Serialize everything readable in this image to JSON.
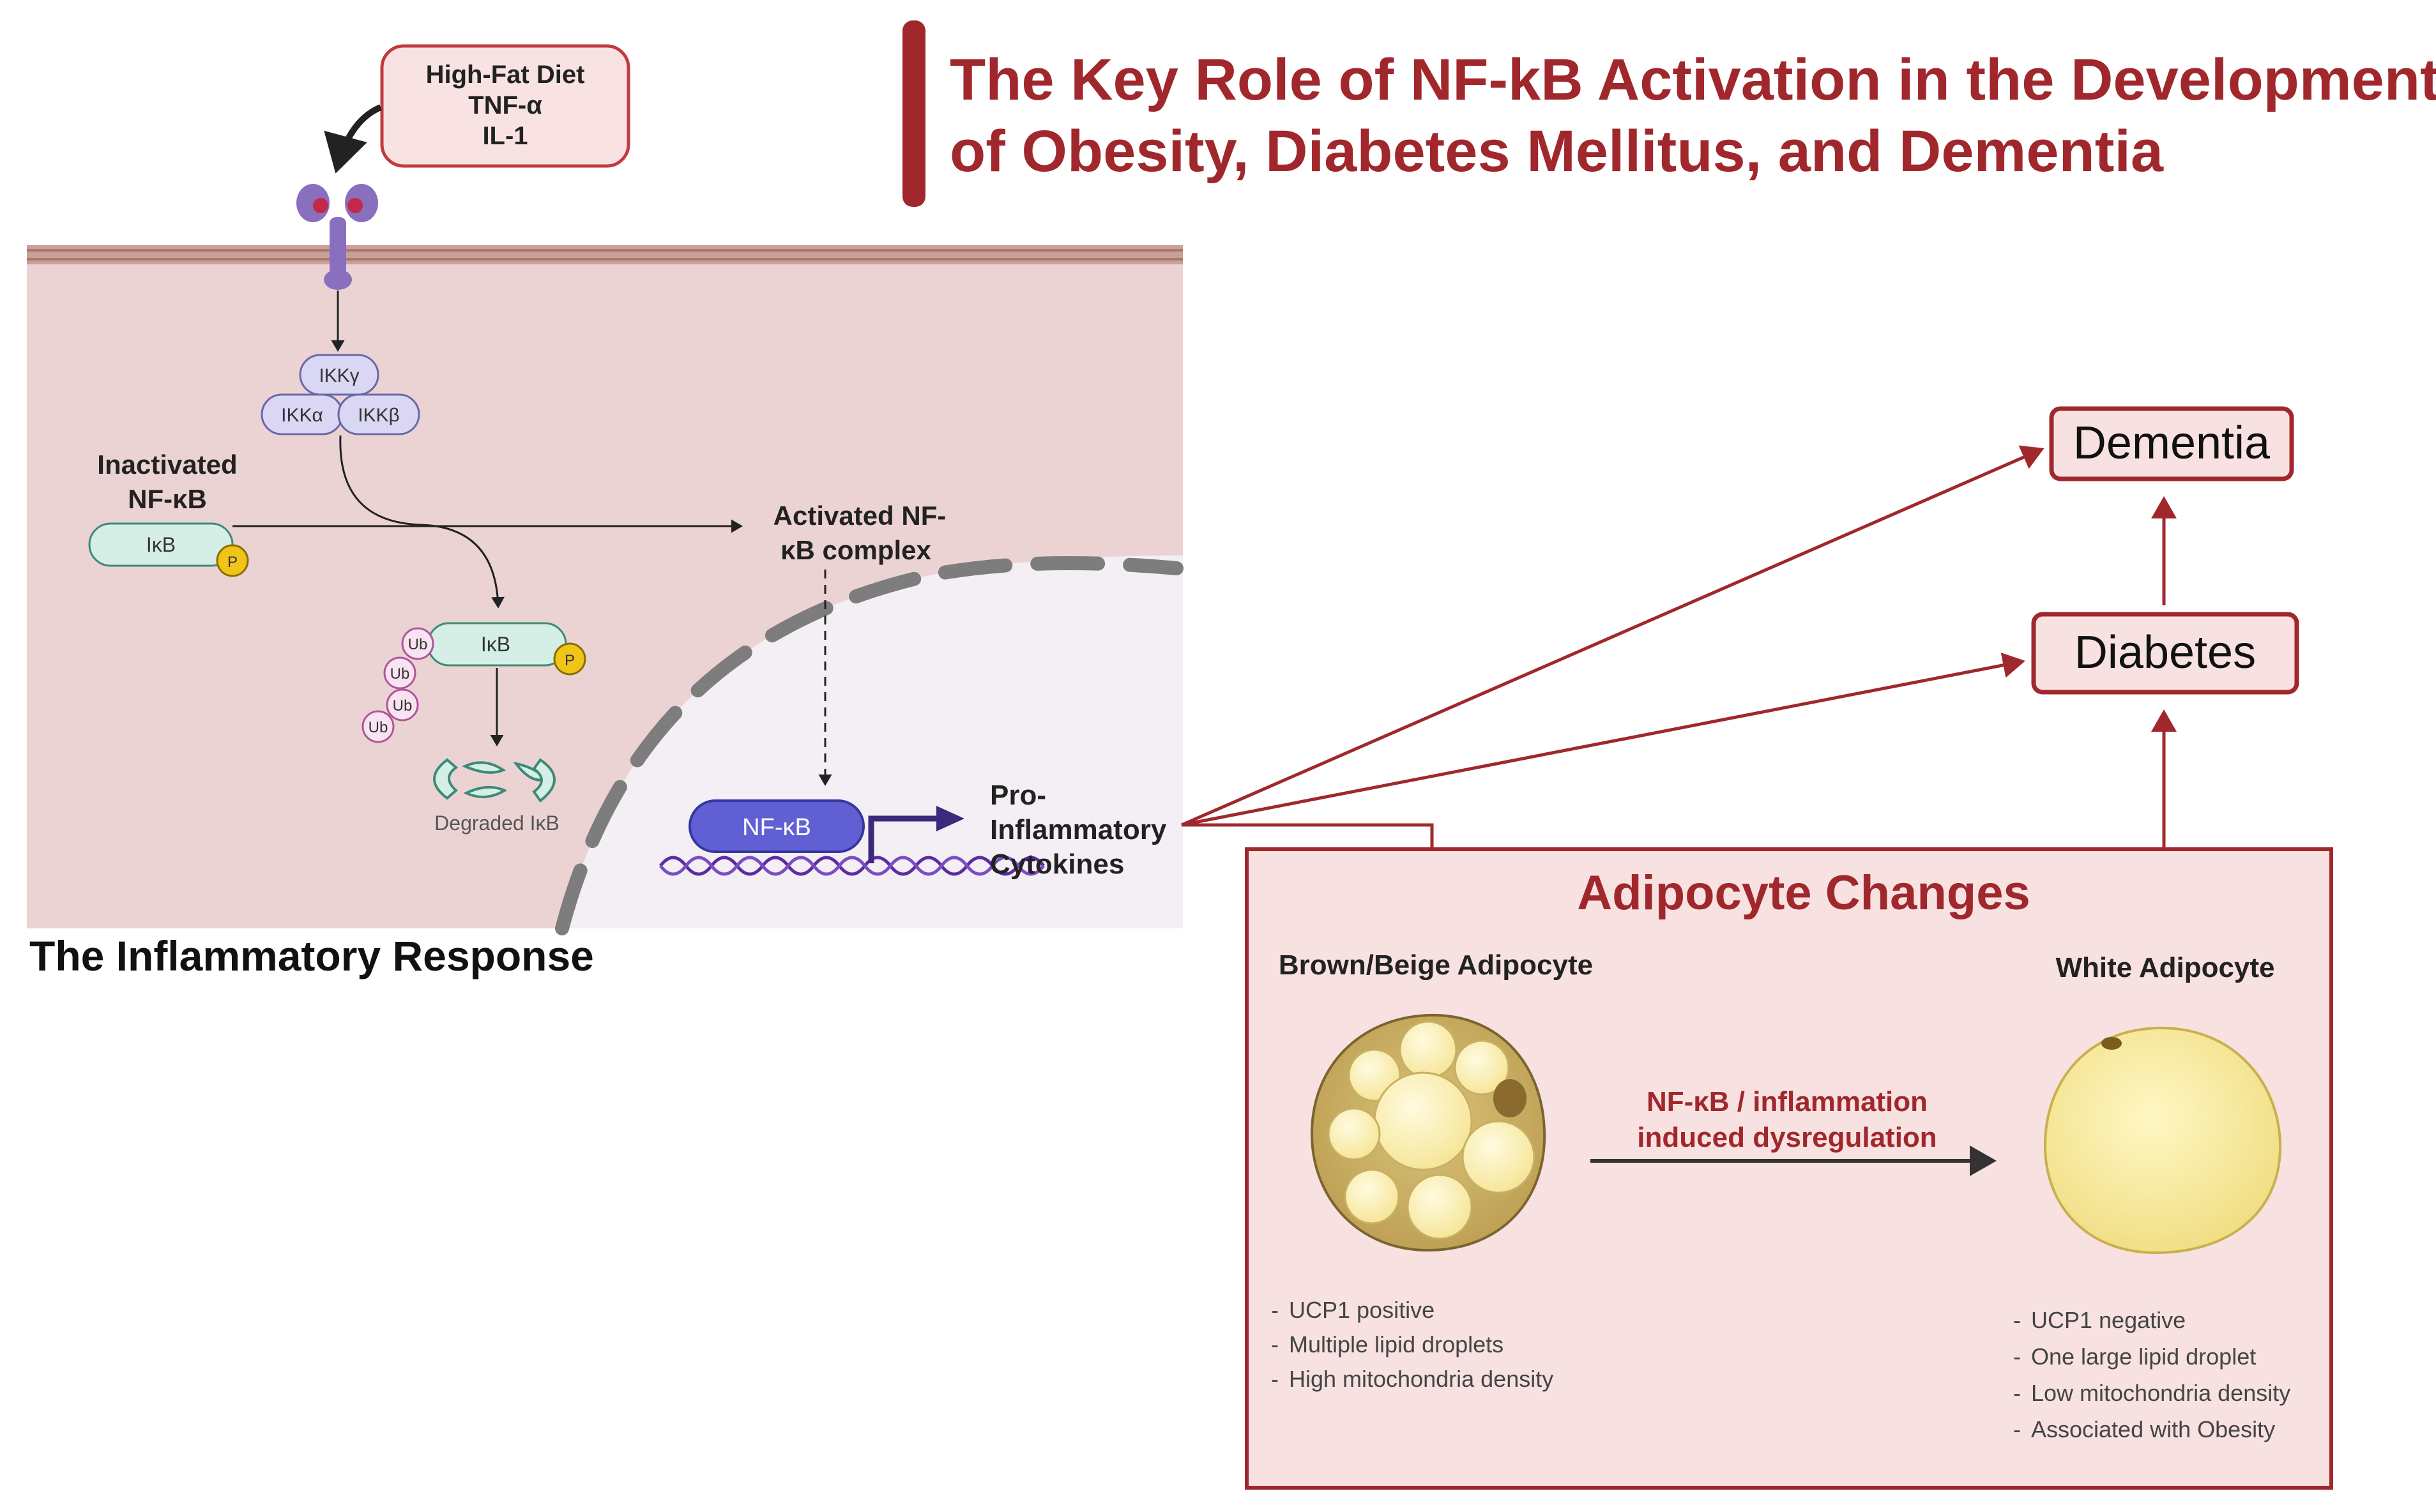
{
  "title": {
    "line1": "The Key Role of NF-kB Activation in the Development",
    "line2": "of Obesity, Diabetes Mellitus, and Dementia"
  },
  "stimulus": {
    "line1": "High-Fat Diet",
    "line2": "TNF-α",
    "line3": "IL-1"
  },
  "ikk": {
    "gamma": "IKKγ",
    "alpha": "IKKα",
    "beta": "IKKβ"
  },
  "inactivated": {
    "line1": "Inactivated",
    "line2": "NF-κB"
  },
  "ikb_label": "IκB",
  "phospho_label": "P",
  "ub_label": "Ub",
  "activated": {
    "line1": "Activated NF-",
    "line2": "κB complex"
  },
  "degraded_label": "Degraded IκB",
  "nfkb_label": "NF-κB",
  "cytokines": {
    "line1": "Pro-",
    "line2": "Inflammatory",
    "line3": "Cytokines"
  },
  "section_label": "The Inflammatory Response",
  "outcomes": {
    "dementia": "Dementia",
    "diabetes": "Diabetes"
  },
  "adipocyte": {
    "title": "Adipocyte Changes",
    "brown_title": "Brown/Beige Adipocyte",
    "white_title": "White Adipocyte",
    "arrow_line1": "NF-κB / inflammation",
    "arrow_line2": "induced dysregulation",
    "brown_traits": [
      "UCP1 positive",
      "Multiple lipid droplets",
      "High mitochondria density"
    ],
    "white_traits": [
      "UCP1 negative",
      "One large lipid droplet",
      "Low mitochondria density",
      "Associated with Obesity"
    ]
  },
  "colors": {
    "accent": "#a0282d",
    "cell_fill": "#ecd3d3",
    "membrane": "#c9a097",
    "nucleus": "#f3eff4",
    "ikk": "#d9d7f3",
    "ikb": "#d5efe7",
    "nfkb": "#6060d4",
    "box_fill": "#f8e1e1"
  }
}
